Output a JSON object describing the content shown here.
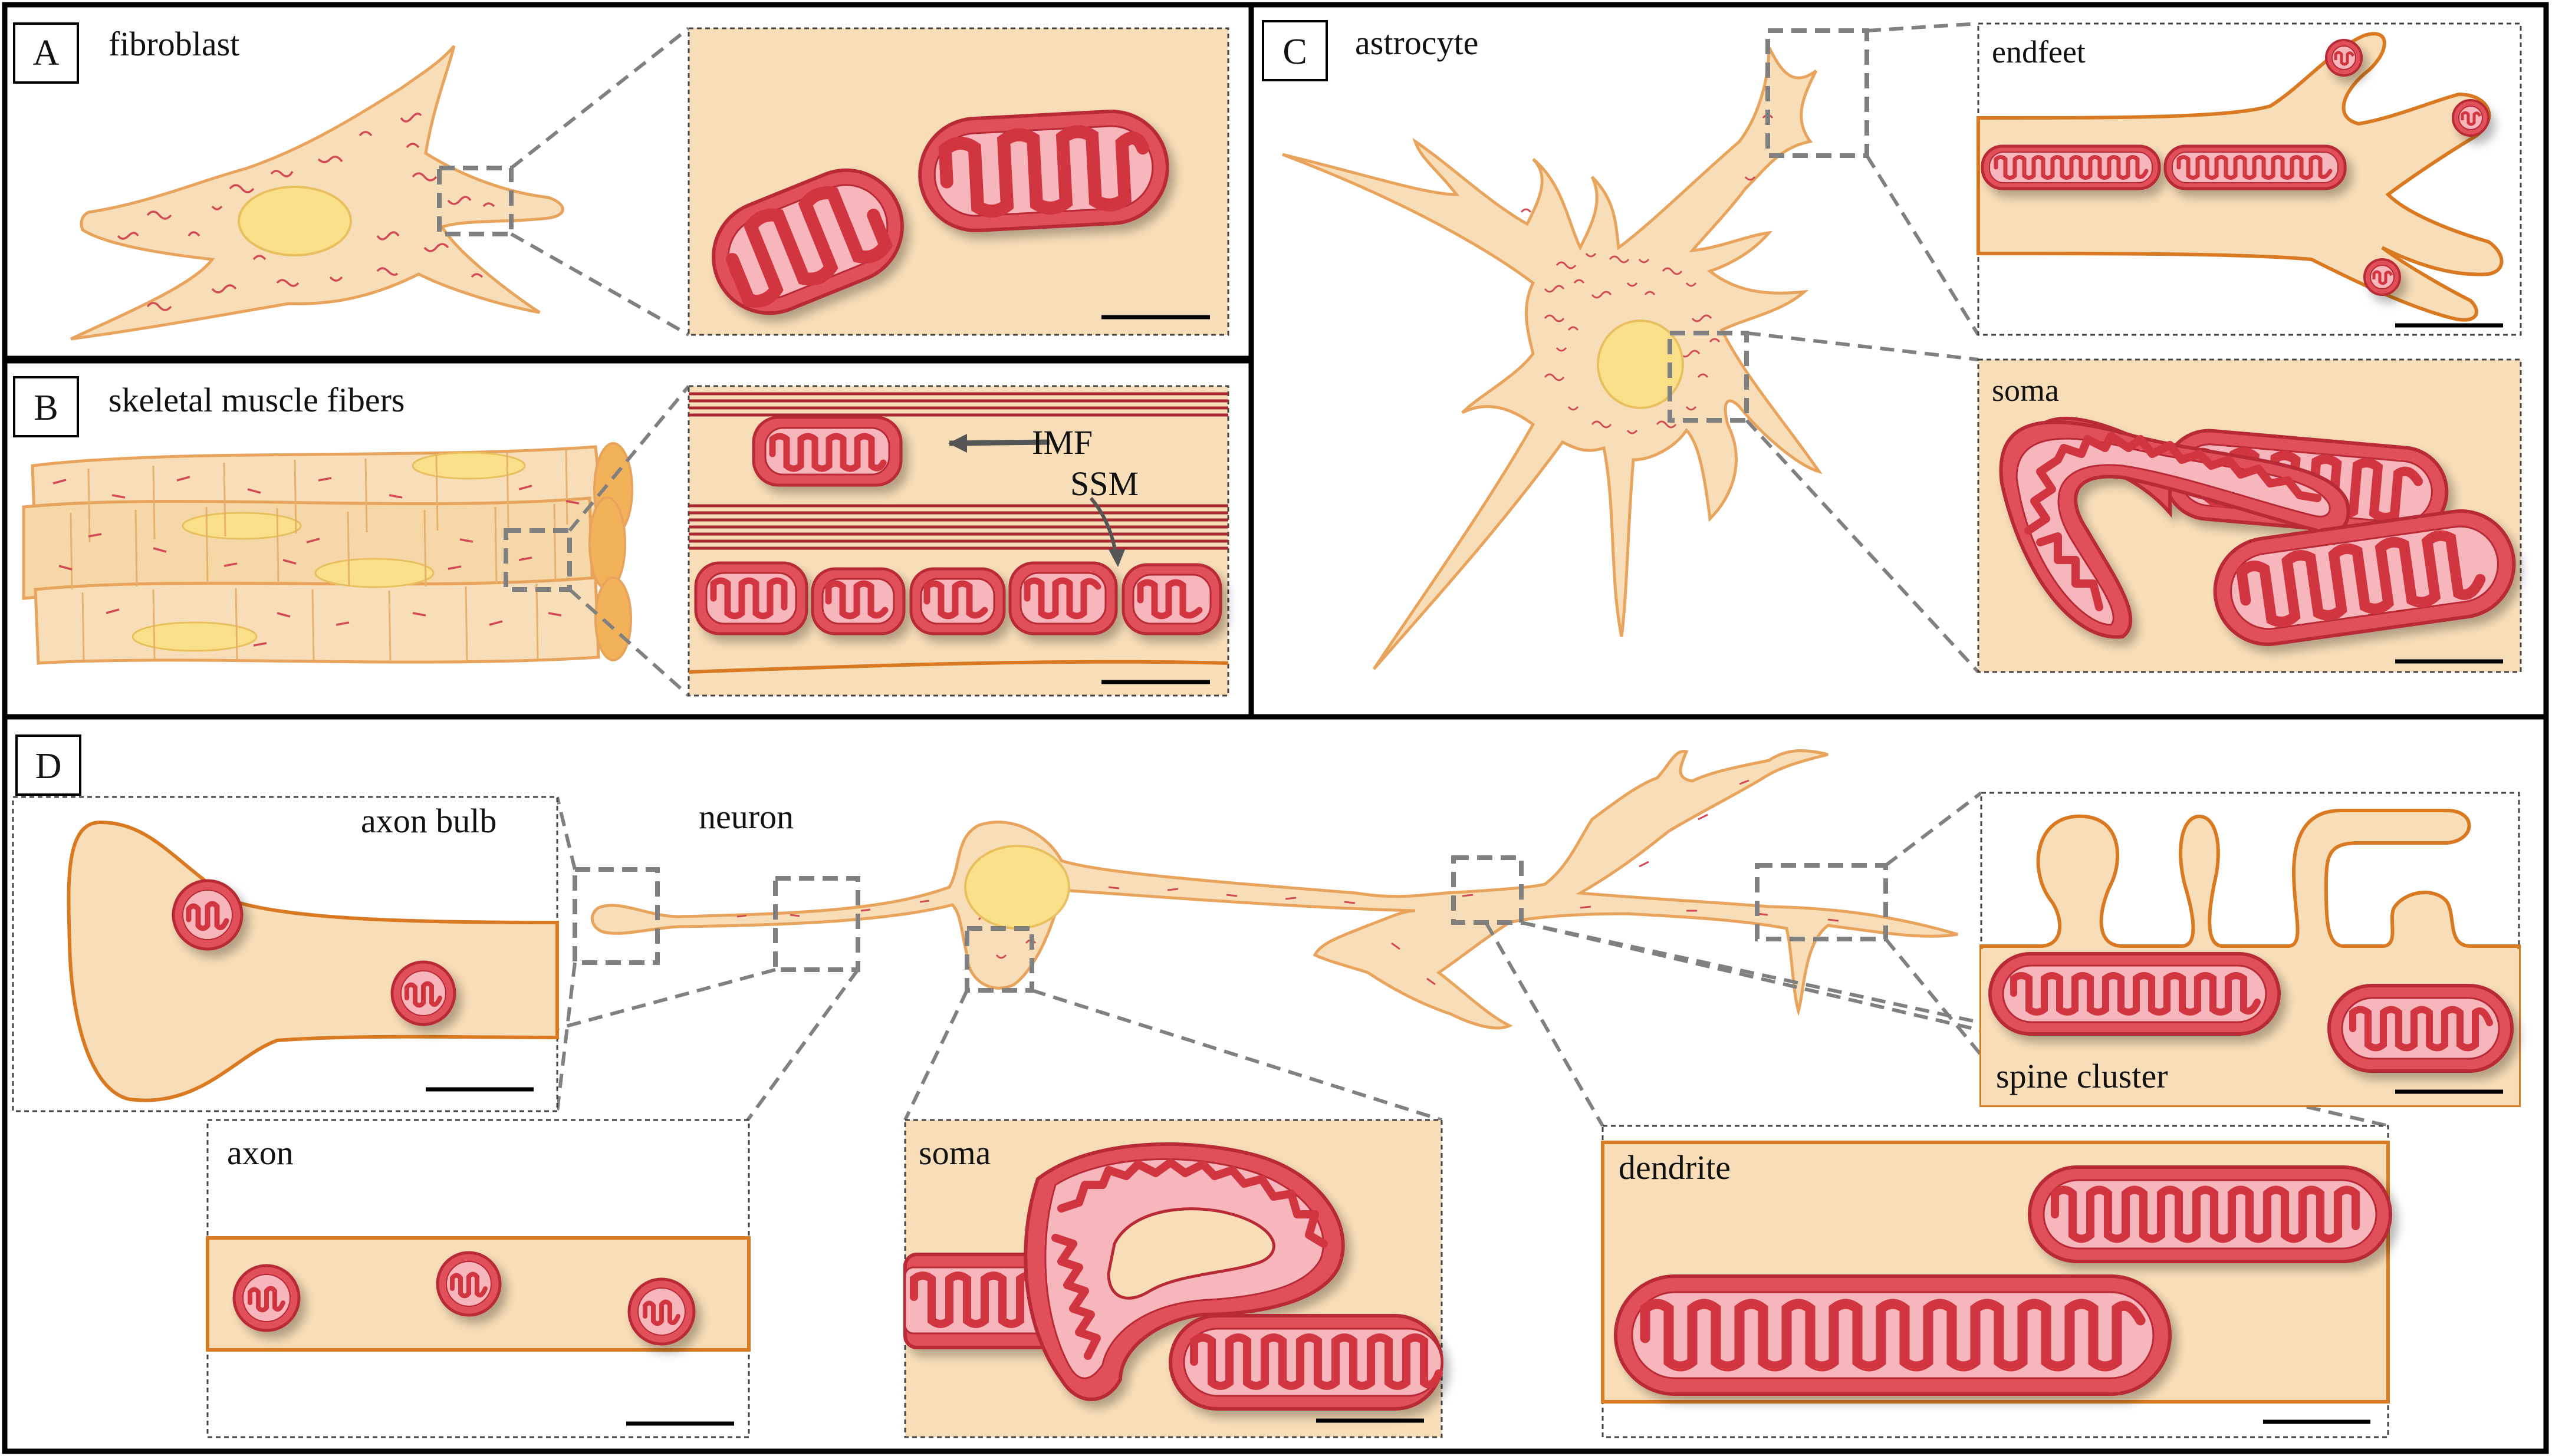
{
  "panels": {
    "A": {
      "letter": "A",
      "title": "fibroblast"
    },
    "B": {
      "letter": "B",
      "title": "skeletal muscle fibers",
      "label_imf": "IMF",
      "label_ssm": "SSM"
    },
    "C": {
      "letter": "C",
      "title": "astrocyte",
      "inset_endfeet": "endfeet",
      "inset_soma": "soma"
    },
    "D": {
      "letter": "D",
      "title": "neuron",
      "inset_axon_bulb": "axon bulb",
      "inset_axon": "axon",
      "inset_soma": "soma",
      "inset_dendrite": "dendrite",
      "inset_spine_cluster": "spine cluster"
    }
  },
  "colors": {
    "cytoplasm": "#f8deb8",
    "cell_outline": "#e8a45c",
    "membrane": "#d97a22",
    "nucleus": "#fbe08a",
    "nucleus_outline": "#e8c060",
    "mito_fill": "#e0505a",
    "mito_inner": "#f6b6bc",
    "mito_outline": "#b82a34",
    "zoom_dash": "#808080",
    "panel_border": "#000000"
  }
}
